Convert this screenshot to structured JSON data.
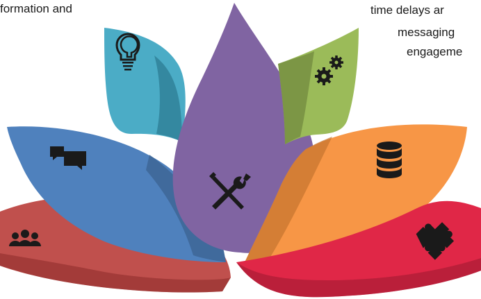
{
  "text_fragments": {
    "left_top": "formation and",
    "right_line1": "time delays ar",
    "right_line2": "messaging",
    "right_line3": "engageme"
  },
  "petals": [
    {
      "name": "red-left",
      "color": "#c0504d",
      "icon": "users-icon"
    },
    {
      "name": "blue-left",
      "color": "#4f81bd",
      "icon": "chat-bubbles-icon"
    },
    {
      "name": "teal-left",
      "color": "#4bacc6",
      "icon": "lightbulb-icon"
    },
    {
      "name": "purple-center",
      "color": "#8064a2",
      "icon": "tools-icon"
    },
    {
      "name": "green-right",
      "color": "#9bbb59",
      "icon": "gears-icon"
    },
    {
      "name": "orange-right",
      "color": "#f79646",
      "icon": "database-icon"
    },
    {
      "name": "crimson-right",
      "color": "#e02747",
      "icon": "puzzle-icon"
    }
  ]
}
